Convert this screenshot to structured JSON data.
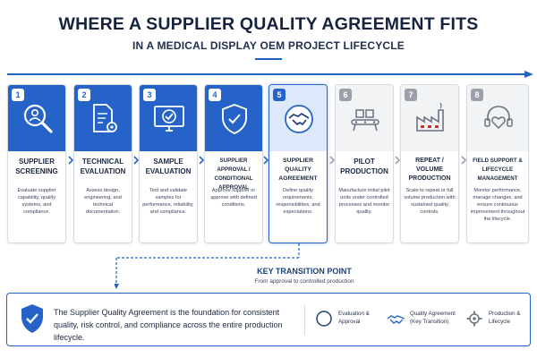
{
  "header": {
    "title": "WHERE A SUPPLIER QUALITY AGREEMENT FITS",
    "subtitle": "IN A MEDICAL DISPLAY OEM PROJECT LIFECYCLE"
  },
  "steps": [
    {
      "num": "1",
      "title": "SUPPLIER SCREENING",
      "desc": "Evaluate supplier capability, quality systems, and compliance.",
      "icon": "magnifier-person-icon"
    },
    {
      "num": "2",
      "title": "TECHNICAL EVALUATION",
      "desc": "Assess design, engineering, and technical documentation.",
      "icon": "document-gear-icon"
    },
    {
      "num": "3",
      "title": "SAMPLE EVALUATION",
      "desc": "Test and validate samples for performance, reliability, and compliance.",
      "icon": "monitor-check-icon"
    },
    {
      "num": "4",
      "title": "SUPPLIER APPROVAL / CONDITIONAL APPROVAL",
      "desc": "Approve supplier or approve with defined conditions.",
      "icon": "shield-check-icon"
    },
    {
      "num": "5",
      "title": "SUPPLIER QUALITY AGREEMENT",
      "desc": "Define quality requirements, responsibilities, and expectations.",
      "icon": "handshake-icon"
    },
    {
      "num": "6",
      "title": "PILOT PRODUCTION",
      "desc": "Manufacture initial pilot units under controlled processes and monitor quality.",
      "icon": "conveyor-icon"
    },
    {
      "num": "7",
      "title": "REPEAT / VOLUME PRODUCTION",
      "desc": "Scale to repeat or full volume production with sustained quality controls.",
      "icon": "factory-icon"
    },
    {
      "num": "8",
      "title": "FIELD SUPPORT & LIFECYCLE MANAGEMENT",
      "desc": "Monitor performance, manage changes, and ensure continuous improvement throughout the lifecycle.",
      "icon": "heart-headset-icon"
    }
  ],
  "transition": {
    "title": "KEY TRANSITION POINT",
    "subtitle": "From approval to controlled production"
  },
  "summary": {
    "statement": "The Supplier Quality Agreement is the foundation for consistent quality, risk control, and compliance across the entire production lifecycle."
  },
  "legend": [
    {
      "label": "Evaluation & Approval",
      "icon": "circle-icon"
    },
    {
      "label": "Quality Agreement (Key Transition)",
      "icon": "handshake-icon"
    },
    {
      "label": "Production & Lifecycle",
      "icon": "gear-icon"
    }
  ],
  "colors": {
    "accent": "#2563c9",
    "highlight_fill": "#dde9fb",
    "grey_header": "#f2f3f5",
    "title_text": "#16233f"
  }
}
